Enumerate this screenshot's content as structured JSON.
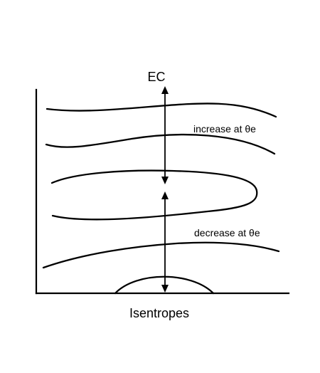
{
  "labels": {
    "top": "EC",
    "upper_annotation": "increase at θe",
    "lower_annotation": "decrease at θe",
    "bottom": "Isentropes"
  }
}
